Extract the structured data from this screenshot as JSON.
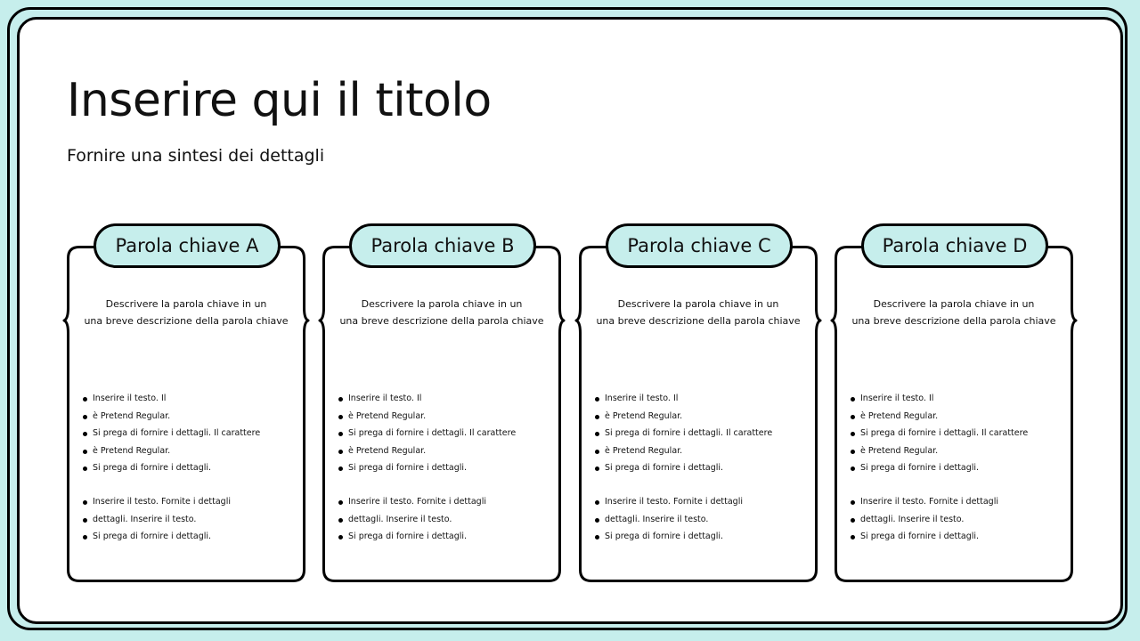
{
  "slide": {
    "title": "Inserire qui il titolo",
    "subtitle": "Fornire una sintesi dei dettagli",
    "colors": {
      "background": "#c6eeec",
      "panel": "#ffffff",
      "accent": "#c6eeec",
      "stroke": "#000000"
    }
  },
  "cards": [
    {
      "keyword": "Parola chiave A",
      "description": [
        "Descrivere la parola chiave in un",
        "una breve descrizione della parola chiave"
      ],
      "bullets_1": [
        "Inserire il testo. Il",
        "è Pretend Regular.",
        "Si prega di fornire i dettagli. Il carattere",
        "è Pretend Regular.",
        "Si prega di fornire i dettagli."
      ],
      "bullets_2": [
        "Inserire il testo. Fornite i dettagli",
        "dettagli. Inserire il testo.",
        "Si prega di fornire i dettagli."
      ]
    },
    {
      "keyword": "Parola chiave B",
      "description": [
        "Descrivere la parola chiave in un",
        "una breve descrizione della parola chiave"
      ],
      "bullets_1": [
        "Inserire il testo. Il",
        "è Pretend Regular.",
        "Si prega di fornire i dettagli. Il carattere",
        "è Pretend Regular.",
        "Si prega di fornire i dettagli."
      ],
      "bullets_2": [
        "Inserire il testo. Fornite i dettagli",
        "dettagli. Inserire il testo.",
        "Si prega di fornire i dettagli."
      ]
    },
    {
      "keyword": "Parola chiave C",
      "description": [
        "Descrivere la parola chiave in un",
        "una breve descrizione della parola chiave"
      ],
      "bullets_1": [
        "Inserire il testo. Il",
        "è Pretend Regular.",
        "Si prega di fornire i dettagli. Il carattere",
        "è Pretend Regular.",
        "Si prega di fornire i dettagli."
      ],
      "bullets_2": [
        "Inserire il testo. Fornite i dettagli",
        "dettagli. Inserire il testo.",
        "Si prega di fornire i dettagli."
      ]
    },
    {
      "keyword": "Parola chiave D",
      "description": [
        "Descrivere la parola chiave in un",
        "una breve descrizione della parola chiave"
      ],
      "bullets_1": [
        "Inserire il testo. Il",
        "è Pretend Regular.",
        "Si prega di fornire i dettagli. Il carattere",
        "è Pretend Regular.",
        "Si prega di fornire i dettagli."
      ],
      "bullets_2": [
        "Inserire il testo. Fornite i dettagli",
        "dettagli. Inserire il testo.",
        "Si prega di fornire i dettagli."
      ]
    }
  ]
}
